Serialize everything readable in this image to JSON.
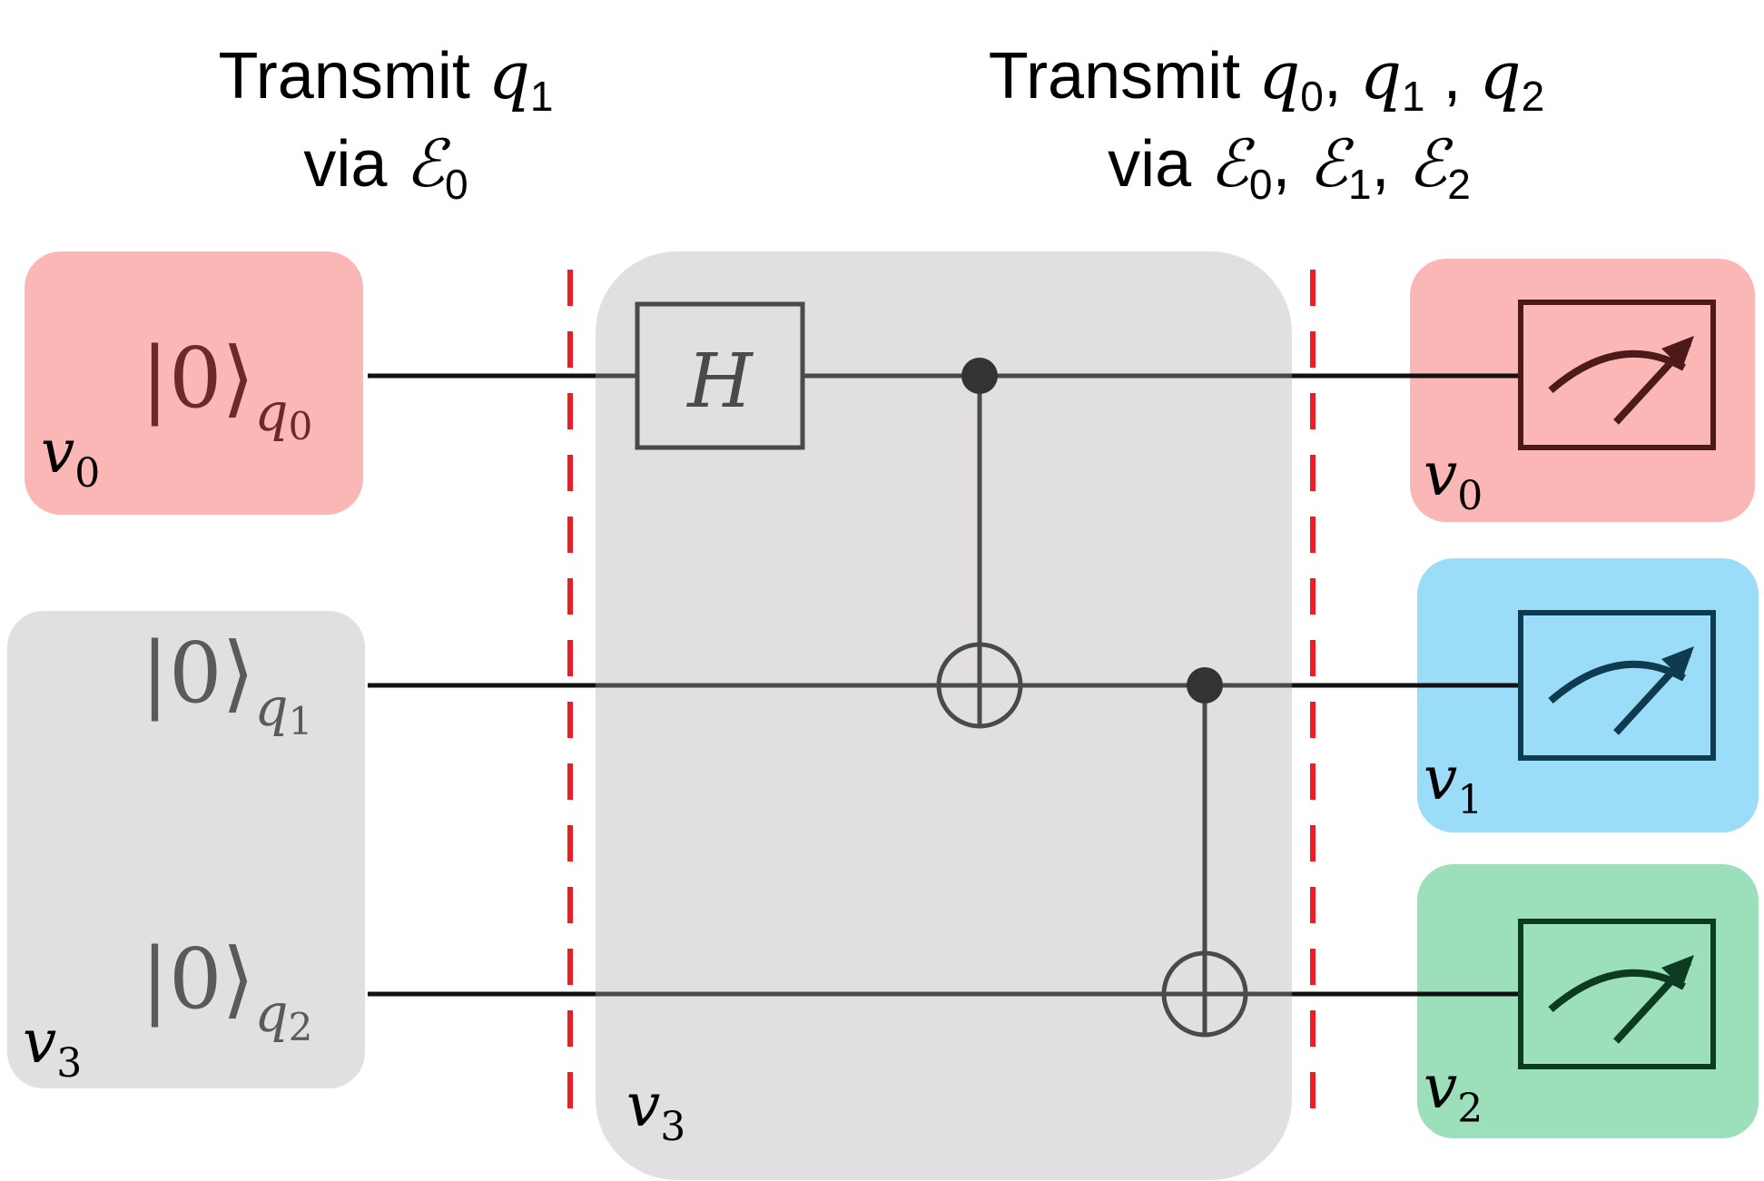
{
  "header_left": {
    "line1_prefix": "Transmit ",
    "line1_var": "q",
    "line1_sub": "1",
    "line2_prefix": "via ",
    "line2_var": "ℰ",
    "line2_sub": "0"
  },
  "header_right": {
    "line1_prefix": "Transmit ",
    "line1_vars": [
      {
        "var": "q",
        "sub": "0",
        "sep": ", "
      },
      {
        "var": "q",
        "sub": "1",
        "sep": " , "
      },
      {
        "var": "q",
        "sub": "2",
        "sep": ""
      }
    ],
    "line2_prefix": "via ",
    "line2_vars": [
      {
        "var": "ℰ",
        "sub": "0",
        "sep": ", "
      },
      {
        "var": "ℰ",
        "sub": "1",
        "sep": ", "
      },
      {
        "var": "ℰ",
        "sub": "2",
        "sep": ""
      }
    ]
  },
  "kets": [
    {
      "text": "|0⟩",
      "sub_var": "q",
      "sub_num": "0"
    },
    {
      "text": "|0⟩",
      "sub_var": "q",
      "sub_num": "1"
    },
    {
      "text": "|0⟩",
      "sub_var": "q",
      "sub_num": "2"
    }
  ],
  "node_labels": {
    "input_top": {
      "var": "v",
      "sub": "0"
    },
    "input_bottom": {
      "var": "v",
      "sub": "3"
    },
    "middle": {
      "var": "v",
      "sub": "3"
    },
    "output_0": {
      "var": "v",
      "sub": "0"
    },
    "output_1": {
      "var": "v",
      "sub": "1"
    },
    "output_2": {
      "var": "v",
      "sub": "2"
    }
  },
  "gates": {
    "hadamard_label": "H"
  },
  "colors": {
    "red_box": "#fbb6b6",
    "gray_box": "#e1dfe0",
    "blue_box": "#9bdcf8",
    "green_box": "#9cdfbb",
    "cut_line": "#ee1c24",
    "wire": "#111111",
    "gate": "#4a4a4a",
    "meter_red": "#4d1a1a",
    "meter_blue": "#0e3b4d",
    "meter_green": "#0d3b22"
  }
}
